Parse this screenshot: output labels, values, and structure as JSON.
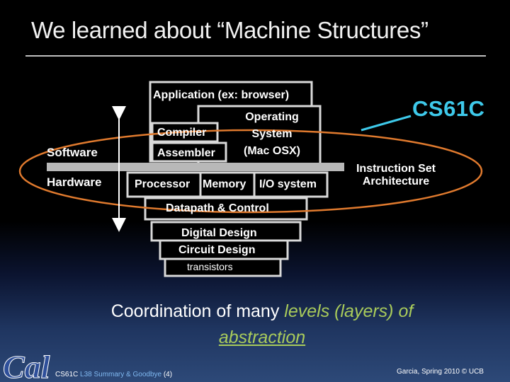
{
  "slide": {
    "title": "We learned about “Machine Structures”",
    "cs61c_label": "CS61C",
    "isa_line1": "Instruction Set",
    "isa_line2": "Architecture"
  },
  "layers": {
    "software": "Software",
    "hardware": "Hardware",
    "application": "Application (ex: browser)",
    "os_line1": "Operating",
    "os_line2": "System",
    "os_line3": "(Mac OSX)",
    "compiler": "Compiler",
    "assembler": "Assembler",
    "processor": "Processor",
    "memory": "Memory",
    "io_system": "I/O system",
    "datapath": "Datapath & Control",
    "digital_design": "Digital Design",
    "circuit_design": "Circuit Design",
    "transistors": "transistors"
  },
  "message": {
    "part1": "Coordination of many ",
    "part2": "levels (layers) of",
    "part3": "abstraction"
  },
  "footer": {
    "course": "CS61C ",
    "lecture": "L38 Summary & Goodbye",
    "page": " (4)",
    "credit": "Garcia, Spring 2010 © UCB"
  },
  "logo": {
    "text": "Cal",
    "color": "#2e4f9a"
  },
  "colors": {
    "cs61c": "#3ec9ea",
    "ellipse": "#e07a2e",
    "highlight": "#a9cb5b",
    "box_border": "#d9d9d9"
  }
}
